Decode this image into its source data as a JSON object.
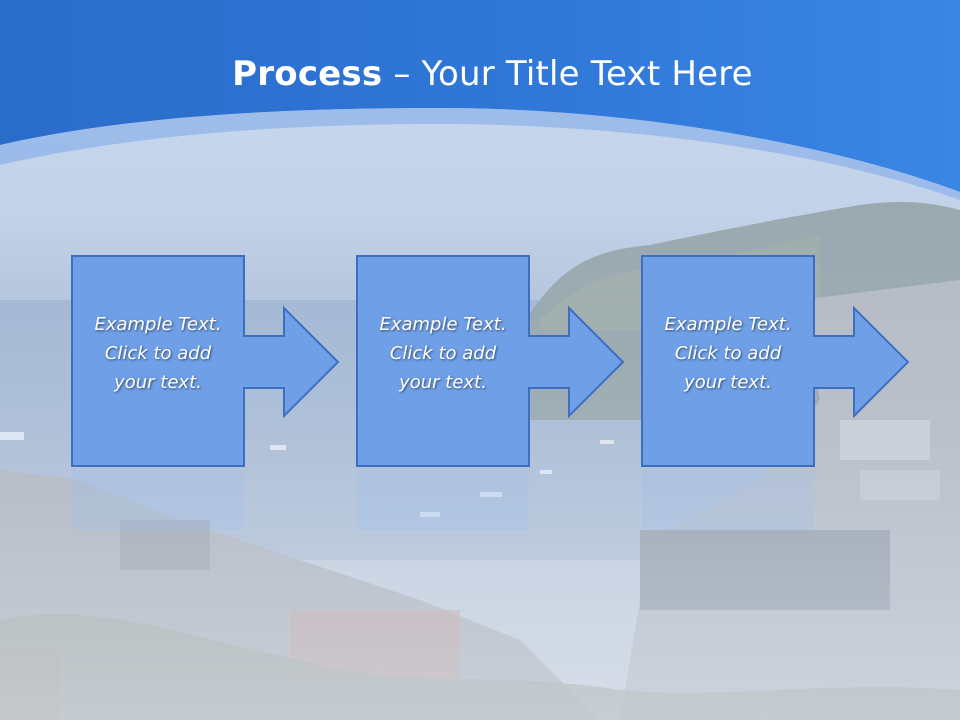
{
  "slide": {
    "title_bold": "Process",
    "title_dash": " – ",
    "title_rest": "Your Title Text Here"
  },
  "steps": [
    {
      "line1": "Example Text.",
      "line2": "Click  to add",
      "line3": "your text."
    },
    {
      "line1": "Example Text.",
      "line2": "Click  to add",
      "line3": "your text."
    },
    {
      "line1": "Example Text.",
      "line2": "Click  to add",
      "line3": "your text."
    }
  ],
  "colors": {
    "header_blue": "#2f76d6",
    "box_fill": "#6f9fe6",
    "box_stroke": "#3c6fc0"
  },
  "icons": [
    "arrow-right-icon"
  ]
}
